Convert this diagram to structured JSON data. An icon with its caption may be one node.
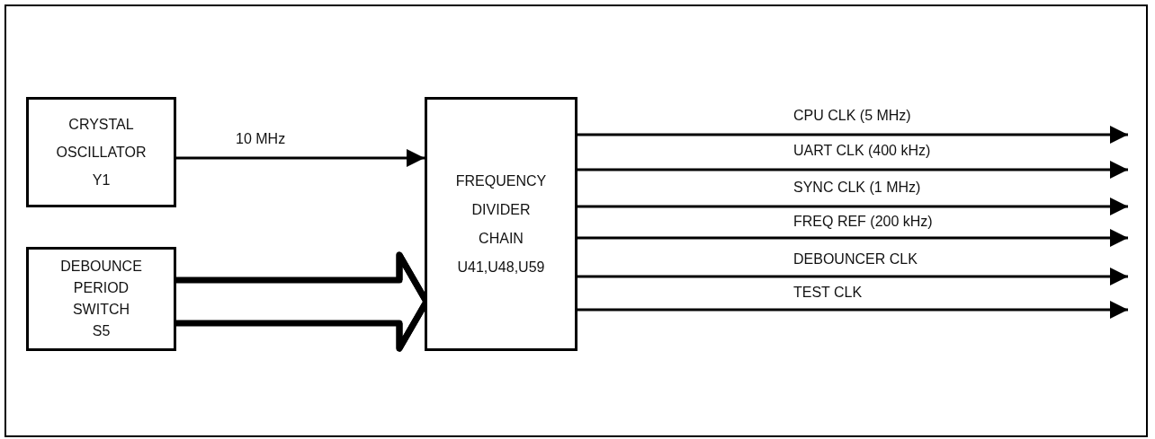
{
  "diagram": {
    "nodes": [
      {
        "text": [
          "CRYSTAL OSCILLATOR Y1"
        ]
      },
      {
        "text": [
          "DEBOUNCE PERIOD SWITCH S5"
        ]
      },
      {
        "text": [
          "FREQUENCY DIVIDER CHAIN U41,U48,U59"
        ]
      }
    ],
    "edges": [
      {
        "from": 0,
        "to": 2,
        "arrow": "to",
        "label": "10 MHz"
      },
      {
        "from": 1,
        "to": 2,
        "arrow": "to",
        "style": "thick"
      },
      {
        "from": 2,
        "to": null,
        "arrow": "to",
        "label": "CPU CLK (5 MHz)"
      },
      {
        "from": 2,
        "to": null,
        "arrow": "to",
        "label": "UART CLK (400 kHz)"
      },
      {
        "from": 2,
        "to": null,
        "arrow": "to",
        "label": "SYNC CLK (1 MHz)"
      },
      {
        "from": 2,
        "to": null,
        "arrow": "to",
        "label": "FREQ REF (200 kHz)"
      },
      {
        "from": 2,
        "to": null,
        "arrow": "to",
        "label": "DEBOUNCER CLK"
      },
      {
        "from": 2,
        "to": null,
        "arrow": "to",
        "label": "TEST CLK"
      }
    ]
  }
}
